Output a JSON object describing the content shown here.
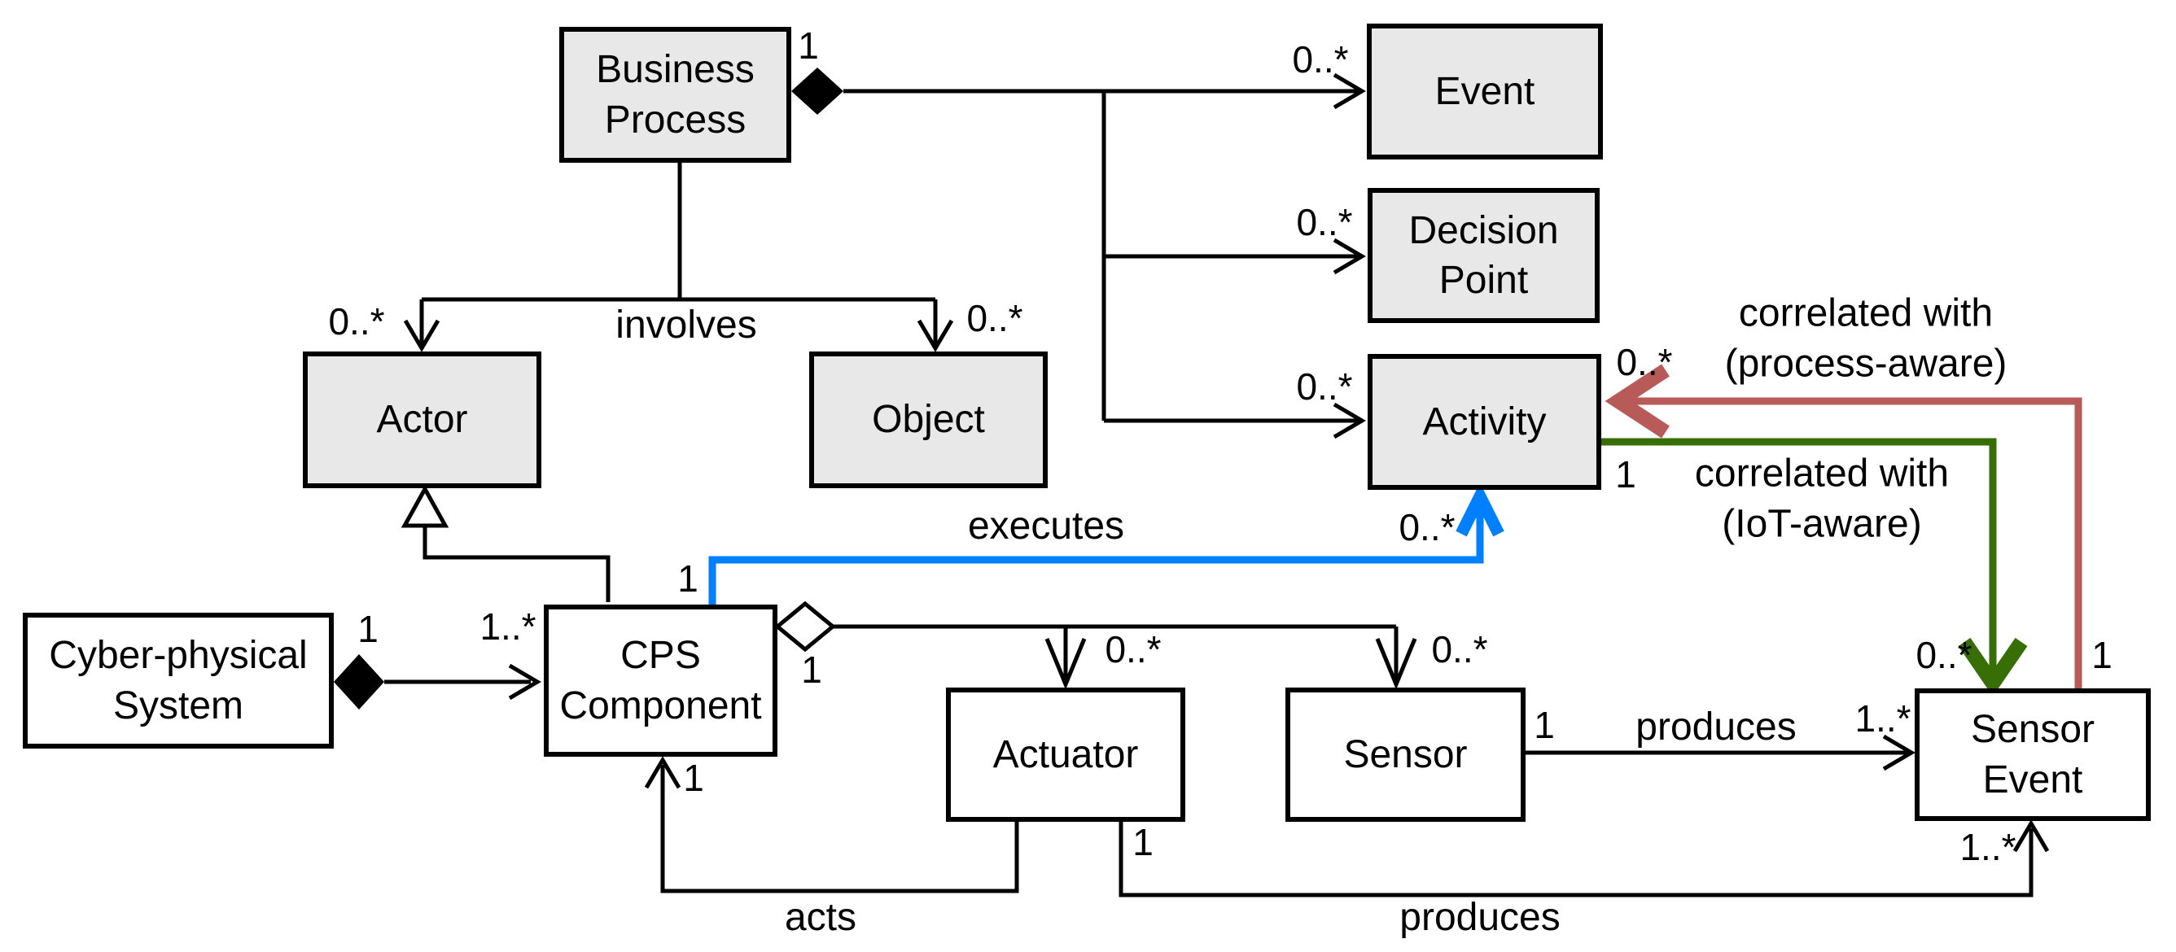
{
  "diagram": {
    "type": "uml-class-diagram",
    "colors": {
      "class_fill_gray": "#e8e8e8",
      "class_fill_white": "#ffffff",
      "line_black": "#000000",
      "executes_blue": "#007fff",
      "process_aware_red": "#b85a58",
      "iot_aware_green": "#376e05"
    },
    "nodes": {
      "business_process": {
        "label": "Business\nProcess"
      },
      "event": {
        "label": "Event"
      },
      "decision_point": {
        "label": "Decision\nPoint"
      },
      "activity": {
        "label": "Activity"
      },
      "actor": {
        "label": "Actor"
      },
      "object": {
        "label": "Object"
      },
      "cyber_physical_system": {
        "label": "Cyber-physical\nSystem"
      },
      "cps_component": {
        "label": "CPS\nComponent"
      },
      "actuator": {
        "label": "Actuator"
      },
      "sensor": {
        "label": "Sensor"
      },
      "sensor_event": {
        "label": "Sensor\nEvent"
      }
    },
    "edges": [
      {
        "from": "Business Process",
        "to": "Event",
        "kind": "composition",
        "source_mult": "1",
        "target_mult": "0..*"
      },
      {
        "from": "Business Process",
        "to": "Decision Point",
        "kind": "composition",
        "source_mult": "1",
        "target_mult": "0..*"
      },
      {
        "from": "Business Process",
        "to": "Activity",
        "kind": "composition",
        "source_mult": "1",
        "target_mult": "0..*"
      },
      {
        "from": "Business Process",
        "to": "Actor",
        "kind": "association",
        "label": "involves",
        "target_mult": "0..*"
      },
      {
        "from": "Business Process",
        "to": "Object",
        "kind": "association",
        "label": "involves",
        "target_mult": "0..*"
      },
      {
        "from": "CPS Component",
        "to": "Actor",
        "kind": "generalization"
      },
      {
        "from": "Cyber-physical System",
        "to": "CPS Component",
        "kind": "composition",
        "source_mult": "1",
        "target_mult": "1..*"
      },
      {
        "from": "CPS Component",
        "to": "Actuator",
        "kind": "aggregation",
        "source_mult": "1",
        "target_mult": "0..*"
      },
      {
        "from": "CPS Component",
        "to": "Sensor",
        "kind": "aggregation",
        "source_mult": "1",
        "target_mult": "0..*"
      },
      {
        "from": "CPS Component",
        "to": "Activity",
        "kind": "association",
        "label": "executes",
        "source_mult": "1",
        "target_mult": "0..*",
        "color": "#007fff"
      },
      {
        "from": "Actuator",
        "to": "CPS Component",
        "kind": "association",
        "label": "acts",
        "target_mult": "1"
      },
      {
        "from": "Sensor",
        "to": "Sensor Event",
        "kind": "association",
        "label": "produces",
        "source_mult": "1",
        "target_mult": "1..*"
      },
      {
        "from": "Actuator",
        "to": "Sensor Event",
        "kind": "association",
        "label": "produces",
        "source_mult": "1",
        "target_mult": "1..*"
      },
      {
        "from": "Sensor Event",
        "to": "Activity",
        "kind": "association",
        "label": "correlated with\n(process-aware)",
        "source_mult": "1",
        "target_mult": "0..*",
        "color": "#b85a58"
      },
      {
        "from": "Activity",
        "to": "Sensor Event",
        "kind": "association",
        "label": "correlated with\n(IoT-aware)",
        "source_mult": "1",
        "target_mult": "0..*",
        "color": "#376e05"
      }
    ]
  }
}
